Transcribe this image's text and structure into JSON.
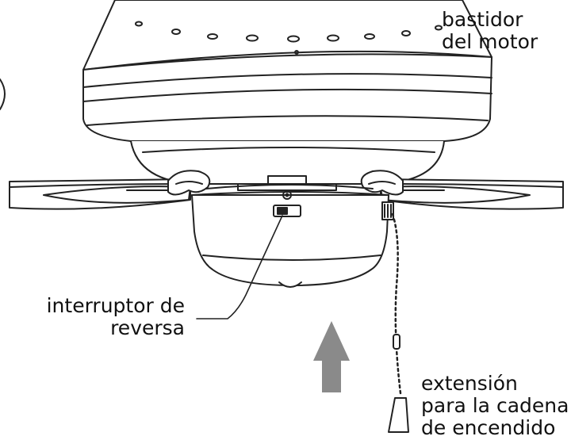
{
  "labels": {
    "motor_housing": [
      "bastidor",
      "del motor"
    ],
    "reverse_switch": [
      "interruptor de",
      "reversa"
    ],
    "pull_chain_extension": [
      "extensión",
      "para la cadena",
      "de encendido"
    ]
  },
  "colors": {
    "line": "#222222",
    "arrow": "#8a8a8a",
    "background": "#ffffff"
  },
  "icons": {
    "arrow": "up-arrow-icon"
  }
}
